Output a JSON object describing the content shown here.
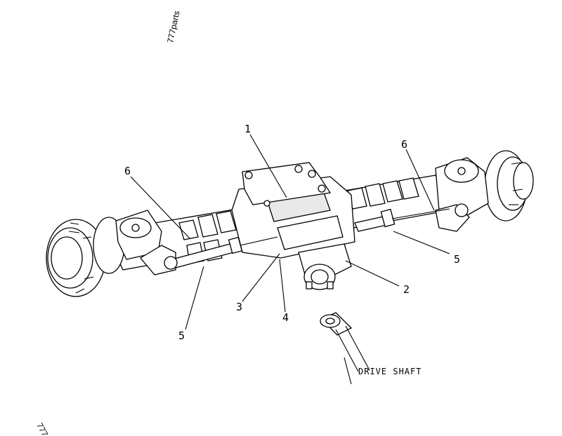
{
  "watermark": {
    "top": "777parts",
    "bottom": "777"
  },
  "callouts": {
    "c1": "1",
    "c2": "2",
    "c3": "3",
    "c4": "4",
    "c5a": "5",
    "c5b": "5",
    "c6a": "6",
    "c6b": "6"
  },
  "caption": "DRIVE SHAFT",
  "colors": {
    "ink": "#000000",
    "paper": "#ffffff"
  }
}
